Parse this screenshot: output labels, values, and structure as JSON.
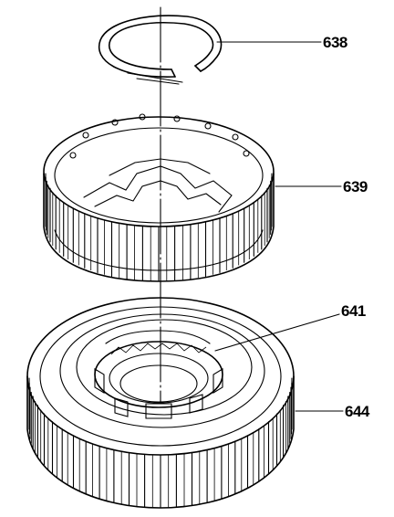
{
  "callouts": [
    {
      "id": "ring",
      "label": "638"
    },
    {
      "id": "upper-drum",
      "label": "639"
    },
    {
      "id": "inner-hub",
      "label": "641"
    },
    {
      "id": "lower-gear",
      "label": "644"
    }
  ]
}
